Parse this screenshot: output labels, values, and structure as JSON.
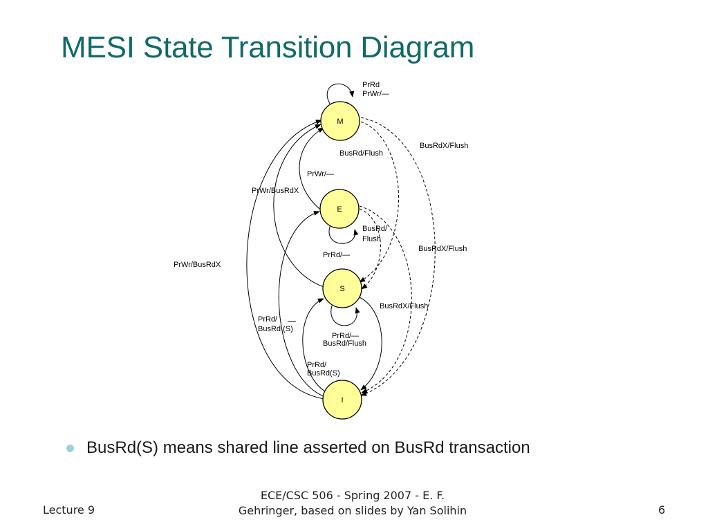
{
  "title": "MESI State Transition Diagram",
  "states": {
    "m": "M",
    "e": "E",
    "s": "S",
    "i": "I"
  },
  "colors": {
    "title": "#116a6a",
    "state_fill": "#ffff99",
    "bullet": "#9fd0da"
  },
  "labels": {
    "m_self_1": "PrRd",
    "m_self_2": "PrWr/—",
    "m_to_s": "BusRd/Flush",
    "m_to_i": "BusRdX/Flush",
    "e_to_m": "PrWr/—",
    "s_to_m": "PrWr/BusRdX",
    "i_to_m": "PrWr/BusRdX",
    "e_to_s_1": "BusRd/",
    "e_to_s_2": "Flush",
    "e_self": "PrRd/—",
    "e_to_i": "BusRdX/Flush",
    "s_to_i": "BusRdX/Flush",
    "i_to_e_1": "PrRd/",
    "i_to_e_2": "BusRd (S)",
    "s_self_1": "PrRd/—",
    "s_self_2": "BusRd/Flush",
    "i_to_s_1": "PrRd/",
    "i_to_s_2": "BusRd(S)"
  },
  "bullet": "BusRd(S) means shared line asserted on BusRd transaction",
  "footer": {
    "left": "Lecture 9",
    "center_line1": "ECE/CSC 506 - Spring 2007 - E. F.",
    "center_line2": "Gehringer, based on slides by Yan Solihin",
    "right": "6"
  }
}
